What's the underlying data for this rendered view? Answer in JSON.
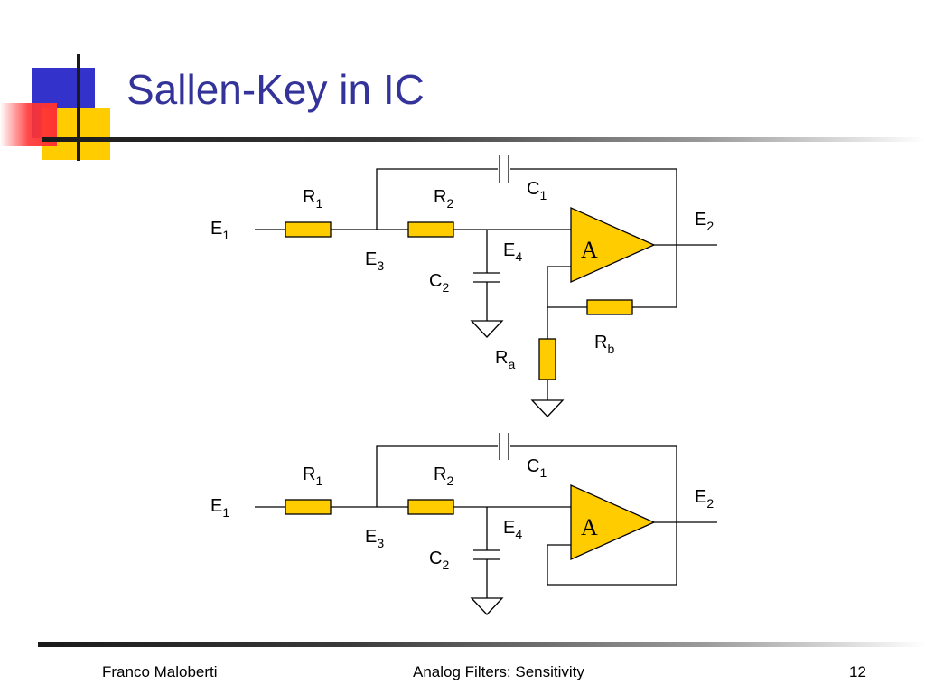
{
  "slide": {
    "title": "Sallen-Key in IC",
    "footer": {
      "author": "Franco Maloberti",
      "course": "Analog Filters: Sensitivity",
      "page": "12"
    }
  },
  "colors": {
    "title": "#333399",
    "resistor_fill": "#ffcc00",
    "opamp_fill": "#ffcc00",
    "deco_blue": "#3333cc",
    "deco_yellow": "#ffcc00",
    "deco_red": "#ff3333"
  },
  "circuits": [
    {
      "id": "top",
      "opamp": "A",
      "labels": {
        "E1": {
          "main": "E",
          "sub": "1"
        },
        "E2": {
          "main": "E",
          "sub": "2"
        },
        "E3": {
          "main": "E",
          "sub": "3"
        },
        "E4": {
          "main": "E",
          "sub": "4"
        },
        "R1": {
          "main": "R",
          "sub": "1"
        },
        "R2": {
          "main": "R",
          "sub": "2"
        },
        "C1": {
          "main": "C",
          "sub": "1"
        },
        "C2": {
          "main": "C",
          "sub": "2"
        },
        "Ra": {
          "main": "R",
          "sub": "a"
        },
        "Rb": {
          "main": "R",
          "sub": "b"
        }
      }
    },
    {
      "id": "bottom",
      "opamp": "A",
      "labels": {
        "E1": {
          "main": "E",
          "sub": "1"
        },
        "E2": {
          "main": "E",
          "sub": "2"
        },
        "E3": {
          "main": "E",
          "sub": "3"
        },
        "E4": {
          "main": "E",
          "sub": "4"
        },
        "R1": {
          "main": "R",
          "sub": "1"
        },
        "R2": {
          "main": "R",
          "sub": "2"
        },
        "C1": {
          "main": "C",
          "sub": "1"
        },
        "C2": {
          "main": "C",
          "sub": "2"
        }
      }
    }
  ]
}
